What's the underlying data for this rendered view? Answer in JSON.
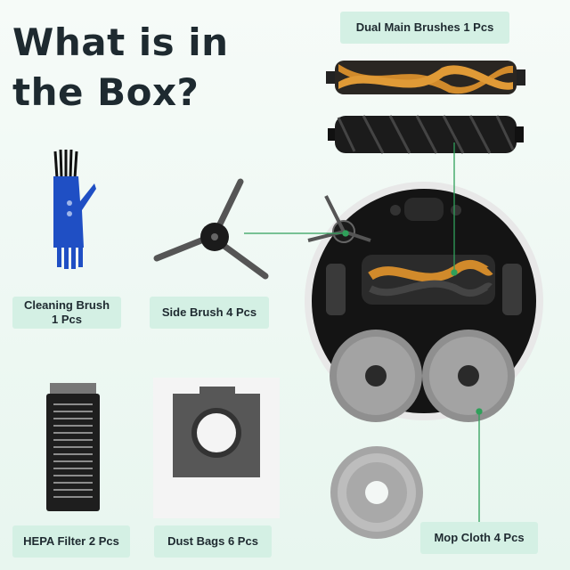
{
  "title": "What is in the Box?",
  "labels": {
    "main_brushes": "Dual Main Brushes 1 Pcs",
    "cleaning_brush": "Cleaning Brush\n1 Pcs",
    "side_brush": "Side Brush 4 Pcs",
    "hepa_filter": "HEPA Filter 2 Pcs",
    "dust_bags": "Dust Bags 6 Pcs",
    "mop_cloth": "Mop Cloth 4 Pcs"
  },
  "colors": {
    "label_bg": "#d4f0e4",
    "pointer_line": "#2fa05a",
    "title": "#1e2a30",
    "rubber_brush": "#d18a2b"
  }
}
